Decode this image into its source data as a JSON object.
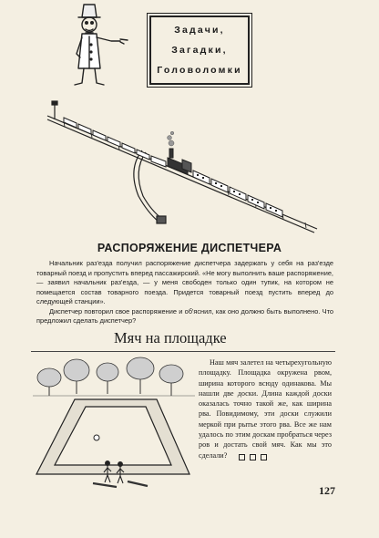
{
  "header": {
    "lines": [
      "Задачи,",
      "Загадки,",
      "Головоломки"
    ]
  },
  "dispatcher": {
    "title": "РАСПОРЯЖЕНИЕ ДИСПЕТЧЕРА",
    "paragraphs": [
      "Начальник раз'езда получил распоряжение диспетчера задержать у себя на раз'езде товарный поезд и пропустить вперед пассажирский. «Не могу выполнить ваше распоряжение, — заявил начальник раз'езда, — у меня свободен только один тупик, на котором не помещается состав товарного поезда. Придется товарный поезд пустить вперед до следующей станции».",
      "Диспетчер повторил свое распоряжение и об'яснил, как оно должно быть выполнено. Что предложил сделать диспетчер?"
    ]
  },
  "ball": {
    "title": "Мяч на площадке",
    "paragraphs": [
      "Наш мяч залетел на четырехугольную площадку. Площадка окружена рвом, ширина которого всюду одинакова. Мы нашли две доски. Длина каждой доски оказалась точно такой же, как ширина рва. Повидимому, эти доски служили меркой при рытье этого рва. Все же нам удалось по этим доскам пробраться через ров и достать свой мяч. Как мы это сделали?"
    ]
  },
  "page_number": "127"
}
